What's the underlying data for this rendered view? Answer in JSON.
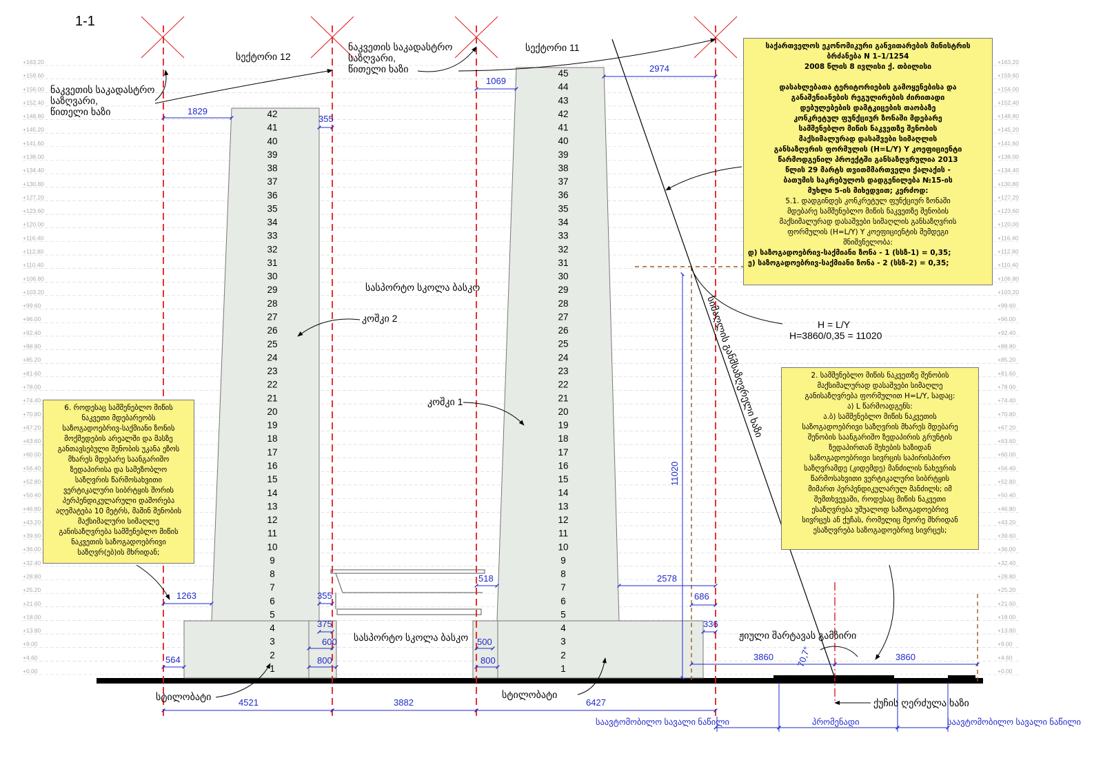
{
  "section_label": "1-1",
  "sector_12": "სექტორი 12",
  "sector_11": "სექტორი 11",
  "parcel_label_left": [
    "ნაკვეთის საკადასტრო",
    "საზღვარი,",
    "წითელი ხაზი"
  ],
  "parcel_label_mid": [
    "ნაკვეთის საკადასტრო",
    "საზღვარი,",
    "წითელი ხაზი"
  ],
  "elevations": [
    "+163.20",
    "+159.60",
    "+156.00",
    "+152.40",
    "+148.80",
    "+145.20",
    "+141.60",
    "+138.00",
    "+134.40",
    "+130.80",
    "+127.20",
    "+123.60",
    "+120.00",
    "+116.40",
    "+112.80",
    "+110.40",
    "+106.80",
    "+103.20",
    "+99.60",
    "+96.00",
    "+92.40",
    "+88.80",
    "+85.20",
    "+81.60",
    "+78.00",
    "+74.40",
    "+70.80",
    "+67.20",
    "+63.60",
    "+60.00",
    "+56.40",
    "+52.80",
    "+50.40",
    "+46.80",
    "+43.20",
    "+39.60",
    "+36.00",
    "+32.40",
    "+28.80",
    "+25.20",
    "+21.60",
    "+18.00",
    "+13.80",
    "+9.00",
    "+4.60",
    "+0.00"
  ],
  "tower2_floors": 42,
  "tower1_floors": 45,
  "dims": {
    "d1829": "1829",
    "d355a": "355",
    "d1069": "1069",
    "d2974": "2974",
    "d1263": "1263",
    "d355b": "355",
    "d375": "375",
    "d600": "600",
    "d564": "564",
    "d800a": "800",
    "d518": "518",
    "d2578": "2578",
    "d686": "686",
    "d500": "500",
    "d800b": "800",
    "d336": "336",
    "d4521": "4521",
    "d3882": "3882",
    "d6427": "6427",
    "d3860a": "3860",
    "d3860b": "3860",
    "d11020": "11020",
    "angle": "70,7°"
  },
  "labels": {
    "sports_school_top": "სასპორტო სკოლა ბასკო",
    "sports_school_bottom": "სასპორტო სკოლა ბასკო",
    "tower2": "კოშკი 2",
    "tower1": "კოშკი 1",
    "stylobate_left": "სტილობატი",
    "stylobate_right": "სტილობატი",
    "formula_1": "H = L/Y",
    "formula_2": "H=3860/0,35 = 11020",
    "height_limit_line": "სიმაღლის განმსაზღვრელი ხაზი",
    "trees": "ჟიული შარტავას გამზირი",
    "street_axis": "ქუჩის ღერძულა ხაზი"
  },
  "road": {
    "left": "საავტომობილო სავალი ნაწილი",
    "middle": "პრომენადი",
    "right": "საავტომობილო სავალი ნაწილი"
  },
  "note_top_right": {
    "bold_lines": [
      "საქართველოს ეკონომიკური განვითარების მინისტრის",
      "ბრძანება N 1–1/1254",
      "2008 წლის 8 ივლისი ქ. თბილისი",
      "",
      "დასახლებათა ტერიტორიების გამოყენებისა და",
      "განაშენიანების რეგულირების ძირითადი",
      "დებულებების დამტკიცების თაობაზე",
      "კონკრეტულ ფუნქციურ ზონაში მდებარე",
      "სამშენებლო მიწის ნაკვეთზე შენობის",
      "მაქსიმალურად დასაშვები სიმაღლის",
      "განსაზღვრის ფორმულის (H=L/Y) Y კოეფიციენტი",
      "წარმოდგენილ პროექტში განსაზღვრულია 2013",
      "წლის 29 მარტს თვითმმართველი ქალაქის -",
      "ბათუმის საკრებულოს დადგენილება №15-ის",
      "მუხლი 5-ის მიხედვით; კერძოდ:"
    ],
    "normal_lines": [
      "5.1. დადგინდეს კონკრეტულ ფუნქციურ ზონაში",
      "მდებარე სამშენებლო მიწის ნაკვეთზე შენობის",
      "მაქსიმალურად დასაშვები სიმაღლის განსაზღვრის",
      "ფორმულის (H=L/Y) Y კოეფიციენტის შემდეგი",
      "მნიშვნელობა:"
    ],
    "end_lines": [
      "დ) საზოგადოებრივ-საქმიანი ზონა - 1 (სსზ-1) = 0,35;",
      "ე) საზოგადოებრივ-საქმიანი ზონა - 2 (სსზ-2) = 0,35;"
    ]
  },
  "note_left": [
    "6. როდესაც სამშენებლო მიწის",
    "ნაკვეთი მდებარეობს",
    "საზოგადოებრივ-საქმიანი ზონის",
    "მოქმედების არეალში და მასზე",
    "განთავსებული შენობის უკანა ეზოს",
    "მხარეს მდებარე საანგარიშო",
    "ზედაპირისა და სამეზობლო",
    "საზღვრის წარმოსახვითი",
    "ვერტიკალური სიბრტყის შორის",
    "პერპენდიკულარული დაშორება",
    "აღემატება 10 მეტრს, მაშინ შენობის",
    "მაქსიმალური სიმაღლე",
    "განისაზღვრება სამშენებლო მიწის",
    "ნაკვეთის საზოგადოებრივი",
    "საზღვრ(ებ)ის მხრიდან;"
  ],
  "note_right": [
    "2. სამშენებლო მიწის ნაკვეთზე შენობის",
    "მაქსიმალურად დასაშვები სიმაღლე",
    "განისაზღვრება ფორმულით  H=L/Y,  სადაც:",
    "ა) L წარმოადგენს:",
    "ა.ბ) სამშენებლო მიწის ნაკვეთის",
    "საზოგადოებრივი საზღვრის მხარეს მდებარე",
    "შენობის საანგარიშო ზედაპირის გრუნტის",
    "ზედაპირთან შეხების ხაზიდან",
    "საზოგადოებრივი სივრცის საპირისპირო",
    "საზღვრამდე (კიდემდე) მანძილის ნახევრის",
    "წარმოსახვითი ვერტიკალური სიბრტყის",
    "მიმართ პერპენდიკულარულ მანძილს; იმ",
    "შემთხვევაში, როდესაც მიწის ნაკვეთი",
    "ესაზღვრება უშუალოდ საზოგადოებრივ",
    "სივრცეს ან ქუჩას, რომელიც მეორე მხრიდან",
    "ესაზღვრება  საზოგადოებრივ სივრცეს;"
  ]
}
